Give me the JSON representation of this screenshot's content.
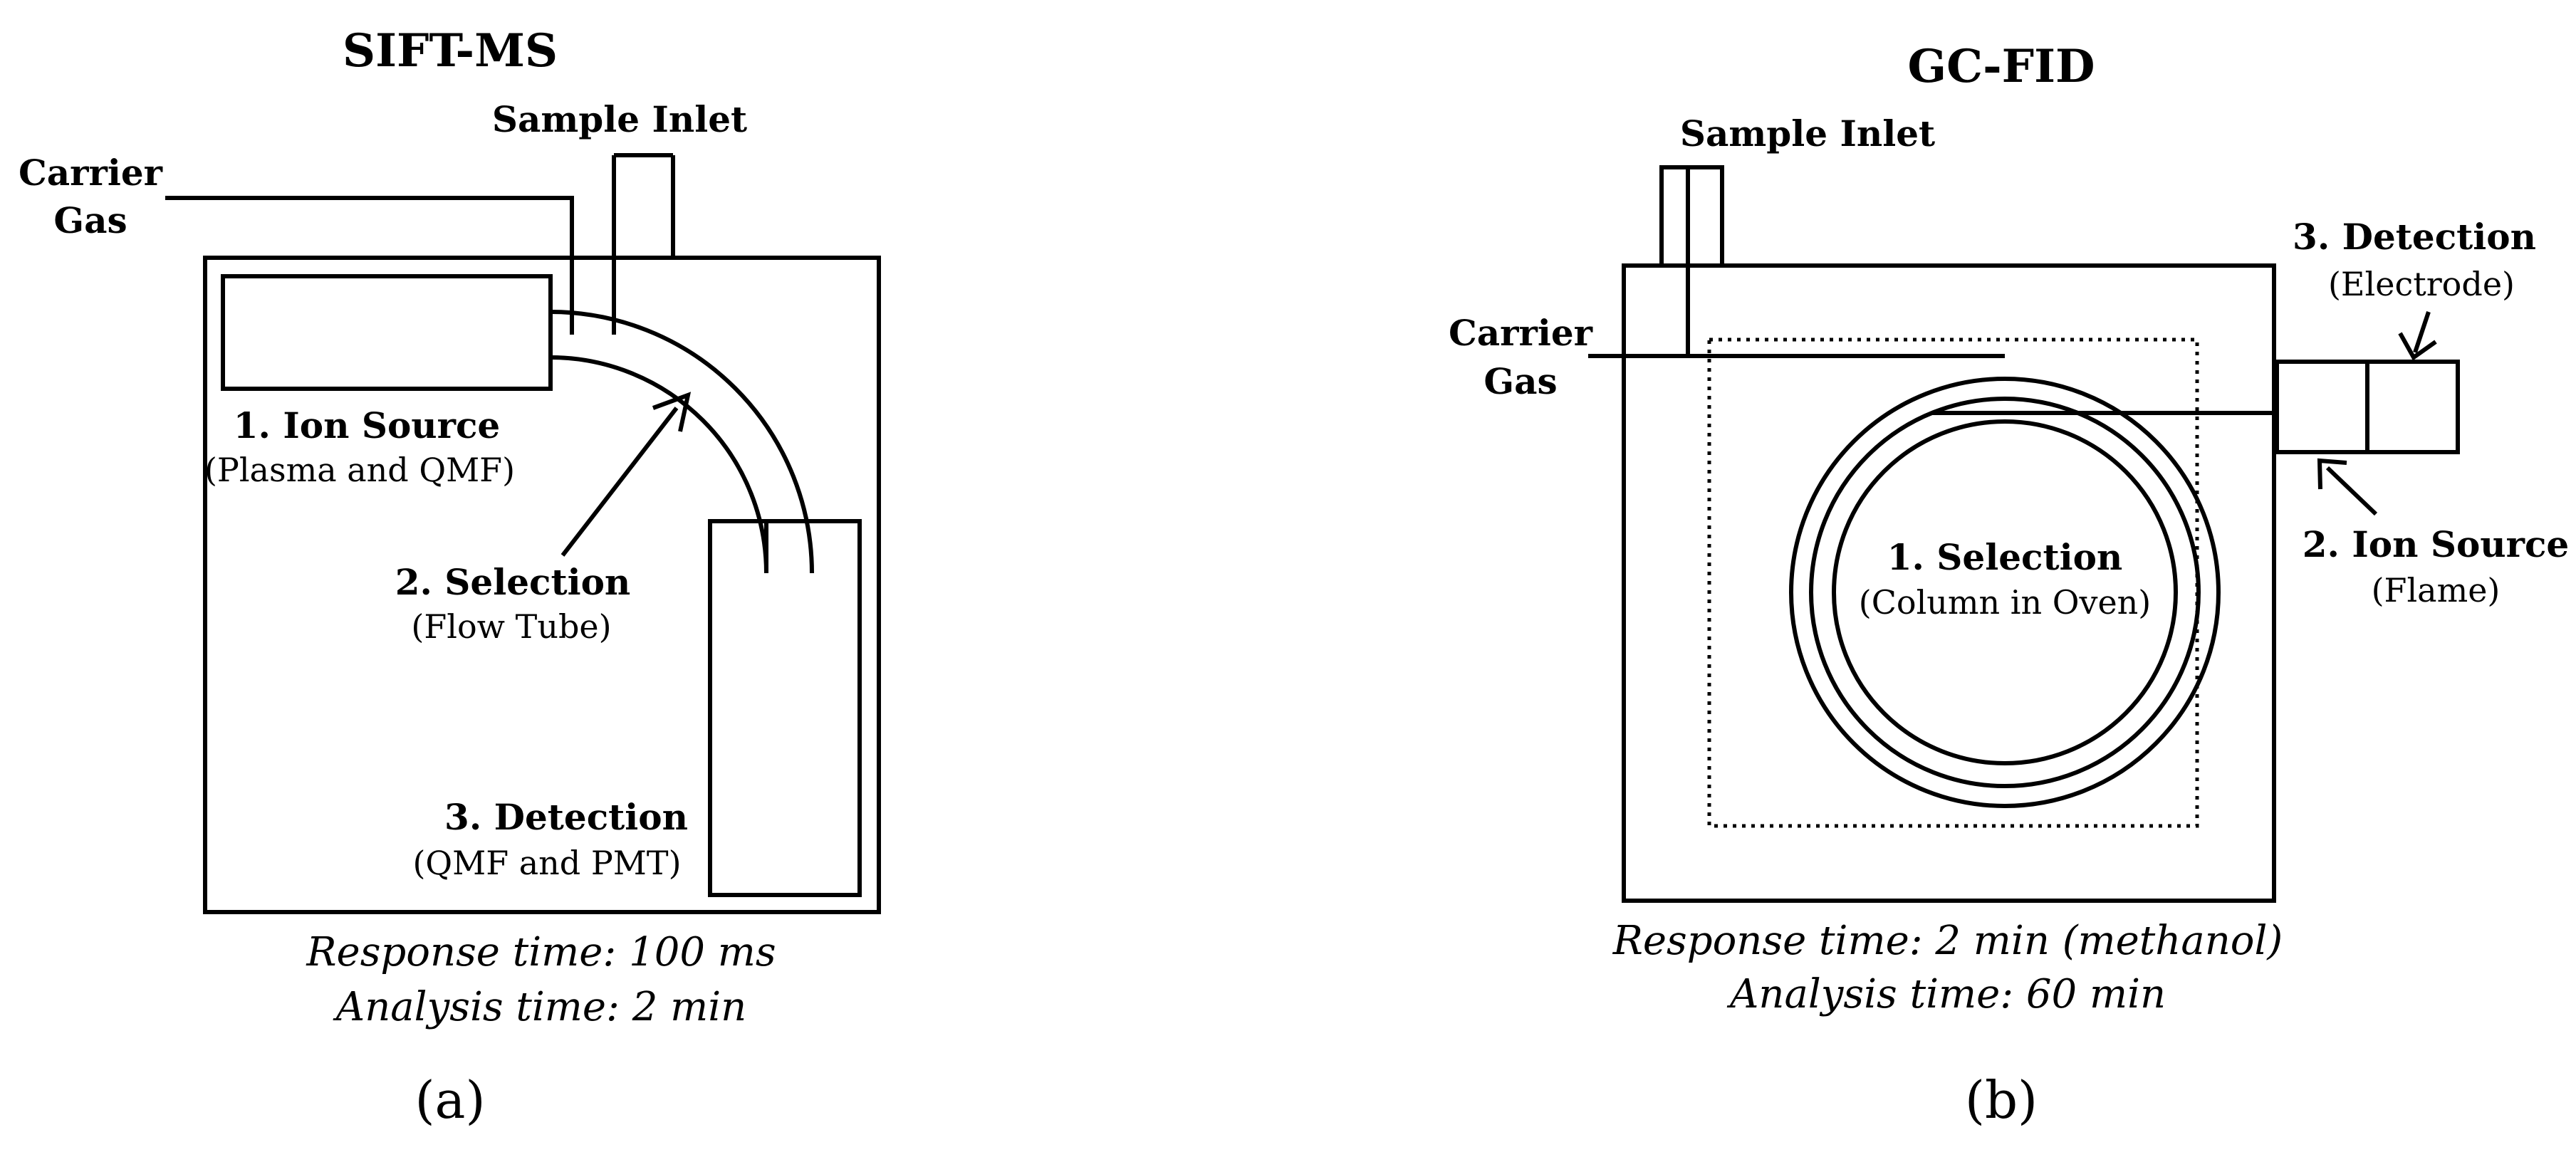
{
  "sift": {
    "title": "SIFT-MS",
    "sample_inlet": "Sample Inlet",
    "carrier_1": "Carrier",
    "carrier_2": "Gas",
    "ion_source": "1. Ion Source",
    "ion_source_sub": "(Plasma and QMF)",
    "selection": "2. Selection",
    "selection_sub": "(Flow Tube)",
    "detection": "3. Detection",
    "detection_sub": "(QMF and PMT)",
    "response": "Response time: 100 ms",
    "analysis": "Analysis time: 2 min",
    "panel": "(a)"
  },
  "gc": {
    "title": "GC-FID",
    "sample_inlet": "Sample Inlet",
    "carrier_1": "Carrier",
    "carrier_2": "Gas",
    "detection": "3. Detection",
    "detection_sub": "(Electrode)",
    "ion_source": "2. Ion Source",
    "ion_source_sub": "(Flame)",
    "selection": "1. Selection",
    "selection_sub": "(Column in Oven)",
    "response": "Response time: 2 min (methanol)",
    "analysis": "Analysis time: 60 min",
    "panel": "(b)"
  }
}
